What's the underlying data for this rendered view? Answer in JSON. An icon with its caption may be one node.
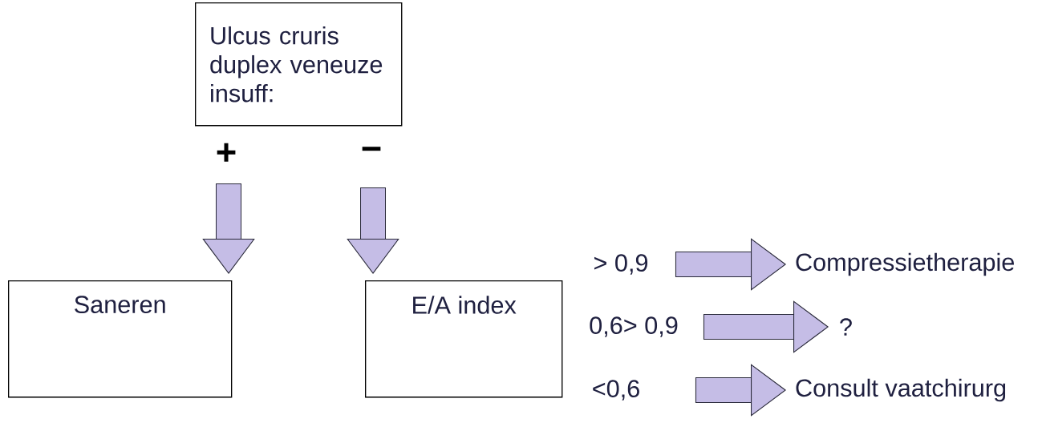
{
  "diagram": {
    "nodes": [
      {
        "text": [
          "Ulcus cruris duplex veneuze insuff:"
        ]
      },
      {
        "text": [
          "Saneren"
        ]
      },
      {
        "text": [
          "E/A index"
        ]
      },
      {
        "text": [
          "Compressietherapie"
        ]
      },
      {
        "text": [
          "?"
        ]
      },
      {
        "text": [
          "Consult vaatchirurg"
        ]
      }
    ],
    "edges": [
      {
        "from": null,
        "to": 1,
        "arrow": "to",
        "label": "+"
      },
      {
        "from": null,
        "to": 2,
        "arrow": "to",
        "label": "−"
      },
      {
        "from": null,
        "to": 3,
        "arrow": "to",
        "label": "> 0,9"
      },
      {
        "from": null,
        "to": 4,
        "arrow": "to",
        "label": "0,6> 0,9"
      },
      {
        "from": null,
        "to": 5,
        "arrow": "to",
        "label": "<0,6"
      }
    ]
  }
}
